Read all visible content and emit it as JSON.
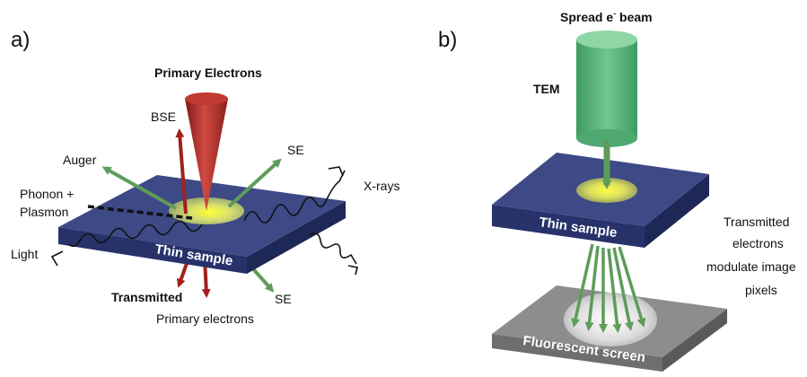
{
  "panel_a": {
    "tag": "a)",
    "primary_electrons": "Primary Electrons",
    "bse": "BSE",
    "auger": "Auger",
    "se_top": "SE",
    "xrays": "X-rays",
    "phonon_line1": "Phonon +",
    "phonon_line2": "Plasmon",
    "light": "Light",
    "sample": "Thin sample",
    "transmitted": "Transmitted",
    "primary_electrons_lower": "Primary electrons",
    "se_bottom": "SE"
  },
  "panel_b": {
    "tag": "b)",
    "beam_main": "Spread e",
    "beam_sup": "-",
    "beam_tail": " beam",
    "tem": "TEM",
    "sample": "Thin sample",
    "screen": "Fluorescent screen",
    "note_line1": "Transmitted",
    "note_line2": "electrons",
    "note_line3": "modulate image",
    "note_line4": "pixels"
  },
  "colors": {
    "sample_top": "#3d4a86",
    "sample_side": "#27326a",
    "primary_beam": "#b3302a",
    "red_arrow": "#a2201c",
    "green_arrow": "#5e9c5a",
    "cylinder": "#5fb57d",
    "screen": "#8d8d8d",
    "glow": "#f5f53a"
  }
}
